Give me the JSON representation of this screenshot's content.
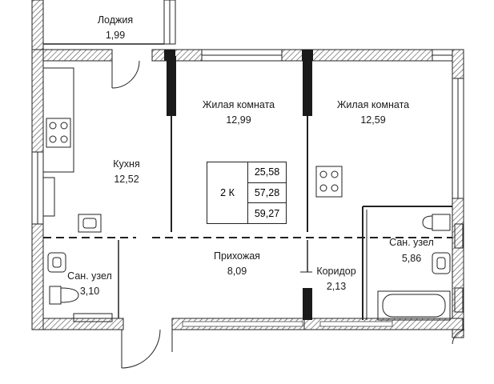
{
  "rooms": {
    "loggia": {
      "name": "Лоджия",
      "area": "1,99"
    },
    "kitchen": {
      "name": "Кухня",
      "area": "12,52"
    },
    "living1": {
      "name": "Жилая комната",
      "area": "12,99"
    },
    "living2": {
      "name": "Жилая комната",
      "area": "12,59"
    },
    "hallway": {
      "name": "Прихожая",
      "area": "8,09"
    },
    "corridor": {
      "name": "Коридор",
      "area": "2,13"
    },
    "bath1": {
      "name": "Сан. узел",
      "area": "3,10"
    },
    "bath2": {
      "name": "Сан. узел",
      "area": "5,86"
    }
  },
  "summary": {
    "type": "2 К",
    "living_area": "25,58",
    "total_area": "57,28",
    "total_with_loggia": "59,27"
  },
  "colors": {
    "wall": "#1a1a1a",
    "hatch": "#555555",
    "line": "#222222"
  }
}
